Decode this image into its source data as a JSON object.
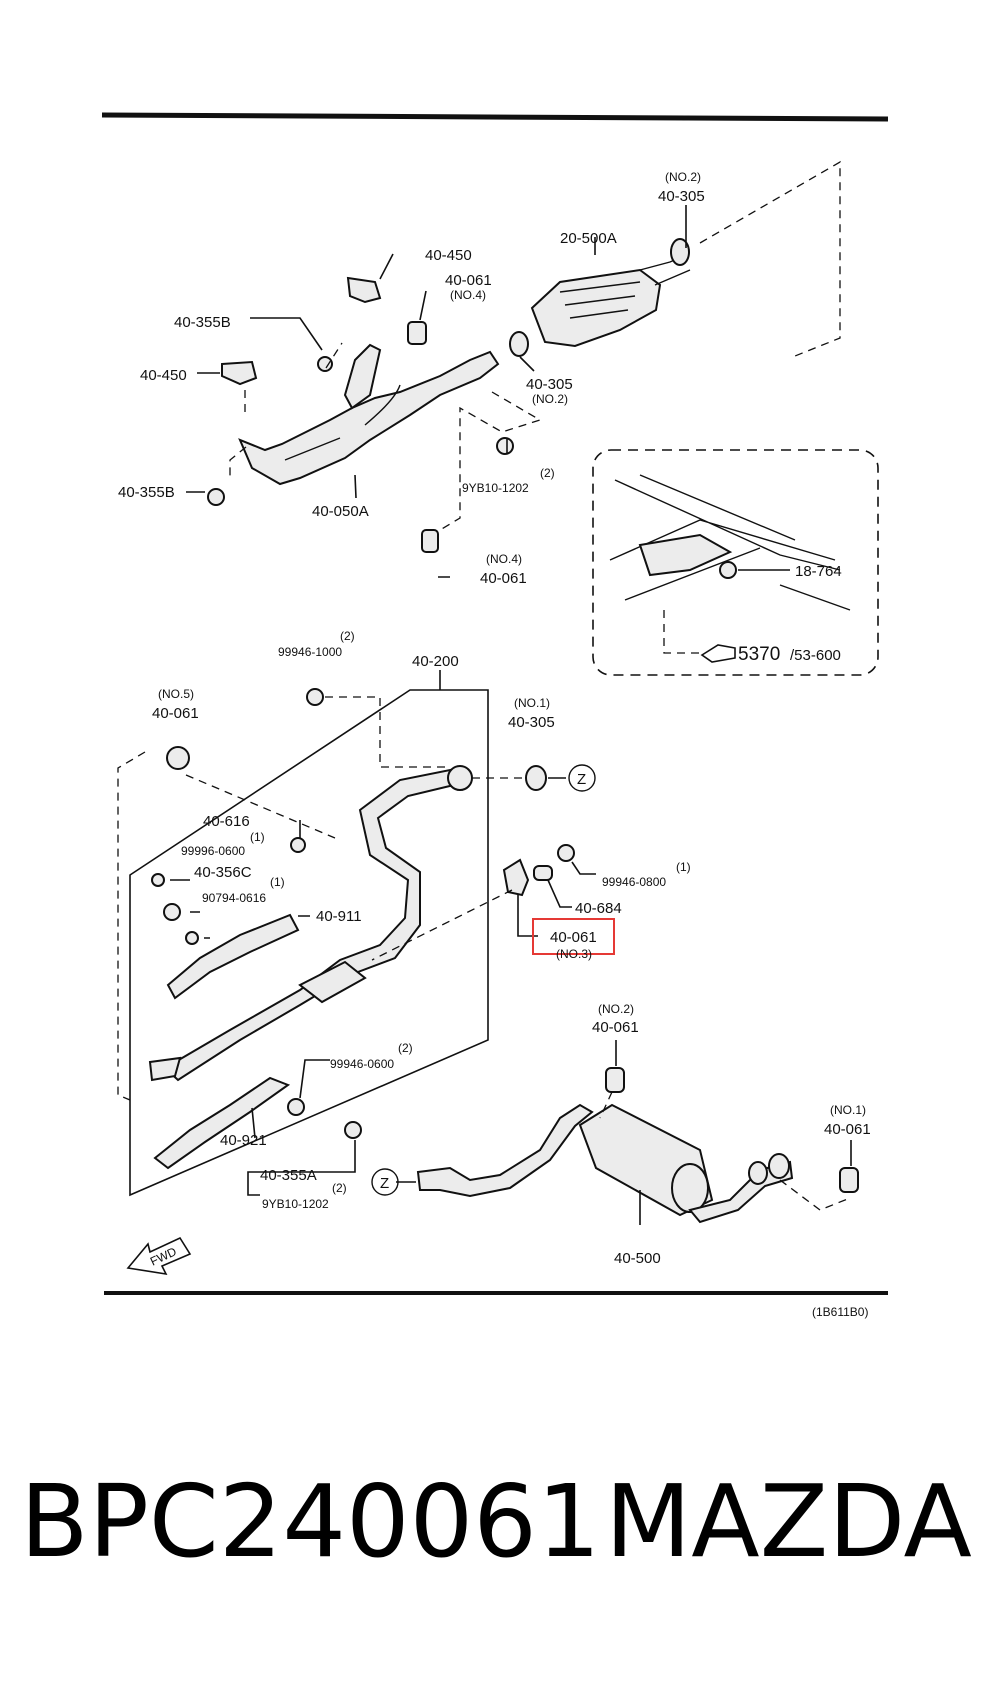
{
  "labels": {
    "top_no2_qual": "(NO.2)",
    "top_no2_part": "40-305",
    "cat_conv": "20-500A",
    "heat_upper": "40-450",
    "hanger_no4_upper_part": "40-061",
    "hanger_no4_upper_qual": "(NO.4)",
    "nut_upper_left": "40-355B",
    "heat_left": "40-450",
    "nut_lower_left": "40-355B",
    "front_pipe": "40-050A",
    "gasket_no2_part": "40-305",
    "gasket_no2_qual": "(NO.2)",
    "nut_9yb_upper": "9YB10-1202",
    "nut_9yb_upper_qty": "(2)",
    "hanger_no4_lower_qual": "(NO.4)",
    "hanger_no4_lower_part": "40-061",
    "inset_part": "18-764",
    "inset_ref_main": "5370",
    "inset_ref_sub": "/53-600",
    "bolt_99946_1000_qty": "(2)",
    "bolt_99946_1000": "99946-1000",
    "middle_pipe": "40-200",
    "hanger_no5_qual": "(NO.5)",
    "hanger_no5_part": "40-061",
    "gasket_no1_qual": "(NO.1)",
    "gasket_no1_part": "40-305",
    "zone_z": "Z",
    "sensor_40616": "40-616",
    "bolt_99996_qty": "(1)",
    "bolt_99996": "99996-0600",
    "bracket_40356c": "40-356C",
    "bolt_90794_qty": "(1)",
    "bolt_90794": "90794-0616",
    "insulator_40911": "40-911",
    "bolt_99946_0800_qty": "(1)",
    "bolt_99946_0800": "99946-0800",
    "collar_40684": "40-684",
    "hanger_no3_part": "40-061",
    "hanger_no3_qual": "(NO.3)",
    "hanger_no2_lower_qual": "(NO.2)",
    "hanger_no2_lower_part": "40-061",
    "bolt_99946_0600_qty": "(2)",
    "bolt_99946_0600": "99946-0600",
    "insulator_40921": "40-921",
    "nut_40355a": "40-355A",
    "nut_9yb_lower_qty": "(2)",
    "nut_9yb_lower": "9YB10-1202",
    "hanger_no1_lower_qual": "(NO.1)",
    "hanger_no1_lower_part": "40-061",
    "muffler": "40-500",
    "fwd_arrow": "FWD",
    "diagram_code": "(1B611B0)"
  },
  "highlight": {
    "label": "40-061",
    "color": "#e53935"
  },
  "footer": {
    "part_number": "BPC240061",
    "brand": "MAZDA"
  }
}
